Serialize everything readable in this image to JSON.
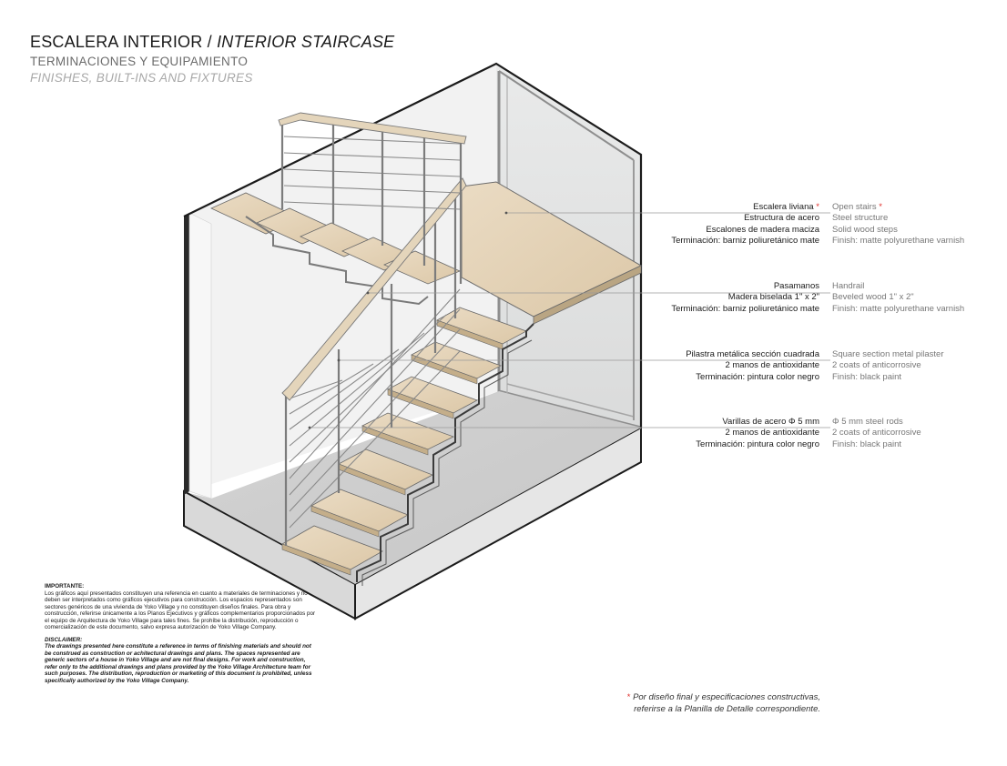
{
  "header": {
    "title_es": "ESCALERA INTERIOR",
    "title_separator": " / ",
    "title_en": "INTERIOR STAIRCASE",
    "subtitle_es": "TERMINACIONES Y EQUIPAMIENTO",
    "subtitle_en": "FINISHES, BUILT-INS AND FIXTURES"
  },
  "specs": [
    {
      "es": [
        "Escalera liviana",
        "Estructura de acero",
        "Escalones de madera maciza",
        "Terminación: barniz poliuretánico mate"
      ],
      "en": [
        "Open stairs",
        "Steel structure",
        "Solid wood steps",
        "Finish: matte polyurethane varnish"
      ],
      "starred": true
    },
    {
      "es": [
        "Pasamanos",
        "Madera biselada 1\" x 2\"",
        "Terminación: barniz poliuretánico mate"
      ],
      "en": [
        "Handrail",
        "Beveled wood 1\" x 2\"",
        "Finish: matte polyurethane varnish"
      ],
      "starred": false
    },
    {
      "es": [
        "Pilastra metálica sección cuadrada",
        "2 manos de antioxidante",
        "Terminación: pintura color negro"
      ],
      "en": [
        "Square section metal pilaster",
        "2 coats of anticorrosive",
        "Finish: black paint"
      ],
      "starred": false
    },
    {
      "es": [
        "Varillas de acero Φ 5 mm",
        "2 manos de antioxidante",
        "Terminación: pintura color negro"
      ],
      "en": [
        "Φ 5 mm steel rods",
        "2 coats of anticorrosive",
        "Finish: black paint"
      ],
      "starred": false
    }
  ],
  "star_symbol": "*",
  "notes": {
    "important_heading": "IMPORTANTE:",
    "important_text": "Los gráficos aquí presentados constituyen una referencia en cuanto a materiales de terminaciones y no deben ser interpretados como gráficos ejecutivos para construcción. Los espacios representados son sectores genéricos de una vivienda de Yoko Village y no constituyen diseños finales. Para obra y construcción, referirse únicamente a los Planos Ejecutivos y gráficos complementarios proporcionados por el equipo de Arquitectura de Yoko Village para tales fines. Se prohíbe la distribución, reproducción o comercialización de este documento, salvo expresa autorización de Yoko Village Company.",
    "disclaimer_heading": "DISCLAIMER:",
    "disclaimer_text": "The drawings presented here constitute a reference in terms of finishing materials and should not be construed as construction or achitectural drawings and plans. The spaces represented are generic sectors of a house in Yoko Village and are not final designs. For work and construction, refer only to the additional drawings and plans provided by the Yoko Village Architecture team for such purposes. The distribution, reproduction or marketing of this document is prohibited, unless specifically authorized by the Yoko Village Company."
  },
  "footnote": {
    "line1": "Por diseño final y especificaciones constructivas,",
    "line2": "referirse a la Planilla de Detalle correspondiente."
  }
}
